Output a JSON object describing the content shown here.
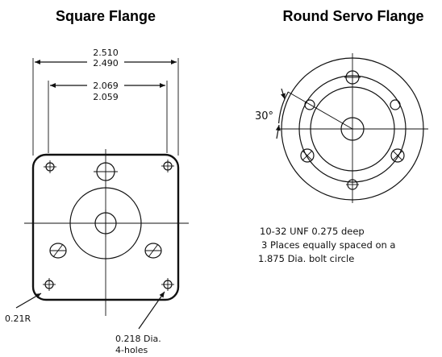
{
  "square_flange": {
    "title": "Square Flange",
    "dim_outer_max": "2.510",
    "dim_outer_min": "2.490",
    "dim_inner_max": "2.069",
    "dim_inner_min": "2.059",
    "corner_radius": "0.21R",
    "hole_dia": "0.218 Dia.",
    "hole_count": "4-holes"
  },
  "round_flange": {
    "title": "Round Servo Flange",
    "angle": "30°",
    "note_line1": "10-32 UNF 0.275 deep",
    "note_line2": "3 Places equally spaced on a",
    "note_line3": "1.875 Dia. bolt circle"
  }
}
